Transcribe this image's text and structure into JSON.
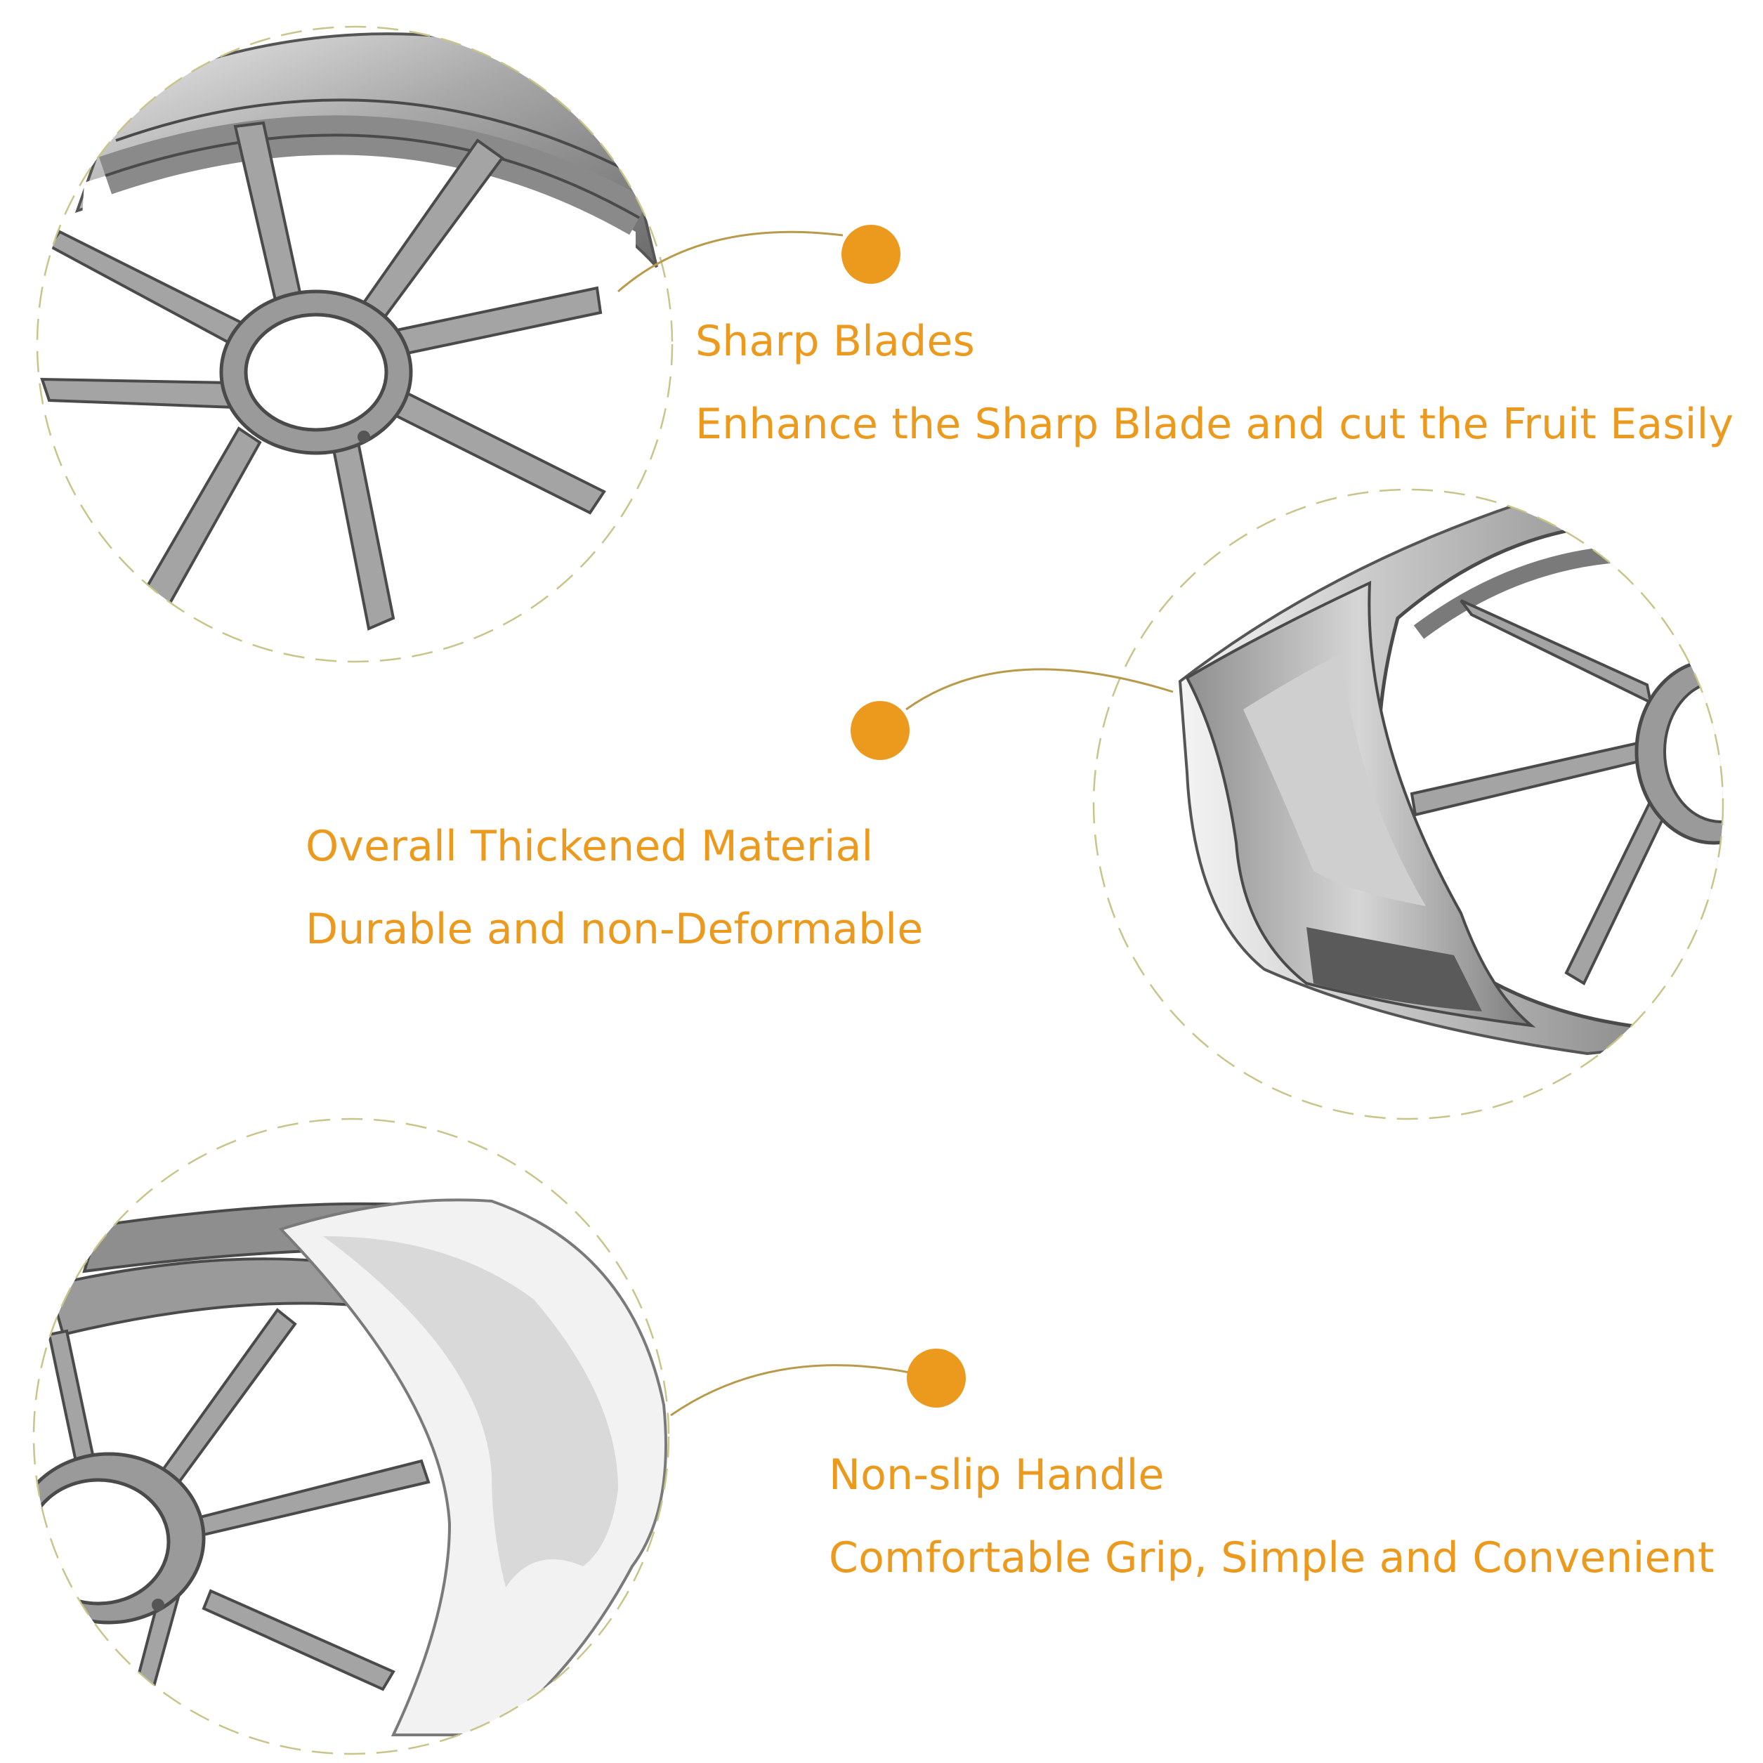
{
  "accent_color": "#ec9a1e",
  "features": [
    {
      "title": "Sharp Blades",
      "description": "Enhance the Sharp Blade and cut the Fruit Easily",
      "image": "slicer-blades-closeup"
    },
    {
      "title": "Overall Thickened Material",
      "description": "Durable and non-Deformable",
      "image": "slicer-frame-closeup"
    },
    {
      "title": "Non-slip Handle",
      "description": "Comfortable Grip, Simple and Convenient",
      "image": "slicer-handle-closeup"
    }
  ]
}
